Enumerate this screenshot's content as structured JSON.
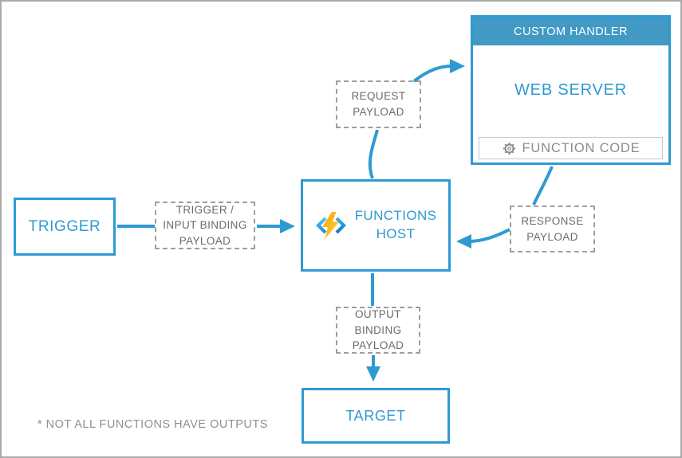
{
  "colors": {
    "accent_blue": "#2F9AD2",
    "header_blue": "#4199C4",
    "dashed_gray": "#9E9E9E",
    "label_gray": "#6B6B6B",
    "footnote_gray": "#8F8F8F",
    "frame_gray": "#ABABAB"
  },
  "nodes": {
    "trigger": {
      "label": "TRIGGER"
    },
    "input_binding_payload": {
      "label": "TRIGGER /\nINPUT BINDING\nPAYLOAD"
    },
    "functions_host": {
      "label": "FUNCTIONS\nHOST"
    },
    "request_payload": {
      "label": "REQUEST\nPAYLOAD"
    },
    "custom_handler": {
      "header": "CUSTOM HANDLER",
      "body": "WEB SERVER",
      "function_code": "FUNCTION CODE"
    },
    "response_payload": {
      "label": "RESPONSE\nPAYLOAD"
    },
    "output_binding_payload": {
      "label": "OUTPUT\nBINDING\nPAYLOAD"
    },
    "target": {
      "label": "TARGET"
    }
  },
  "footnote": "* NOT ALL FUNCTIONS HAVE OUTPUTS"
}
